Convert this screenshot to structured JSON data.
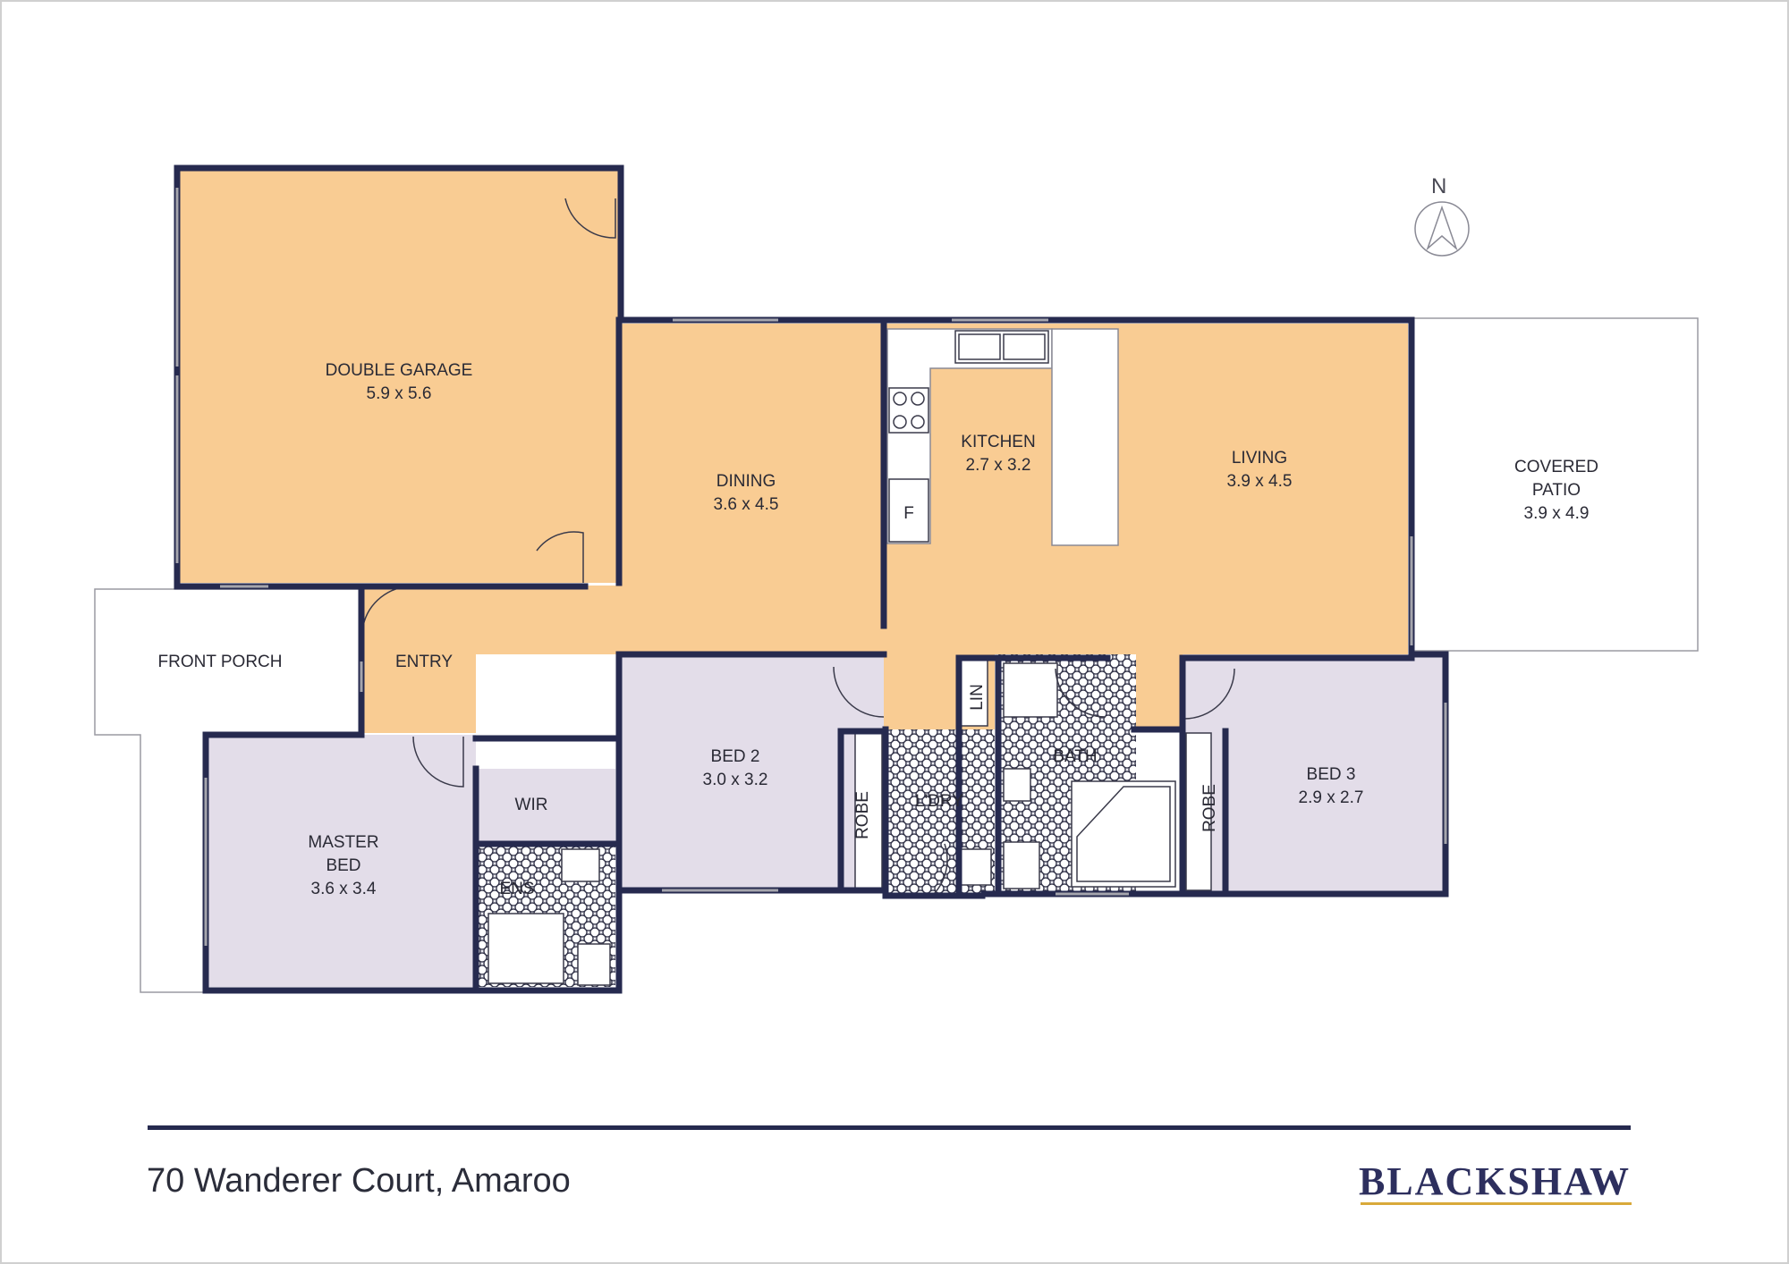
{
  "rooms": {
    "double_garage": {
      "name": "DOUBLE GARAGE",
      "size": "5.9 x 5.6"
    },
    "dining": {
      "name": "DINING",
      "size": "3.6 x 4.5"
    },
    "kitchen": {
      "name": "KITCHEN",
      "size": "2.7 x 3.2"
    },
    "living": {
      "name": "LIVING",
      "size": "3.9 x 4.5"
    },
    "covered_patio": {
      "name_line1": "COVERED",
      "name_line2": "PATIO",
      "size": "3.9 x 4.9"
    },
    "front_porch": {
      "name": "FRONT PORCH"
    },
    "entry": {
      "name": "ENTRY"
    },
    "bed2": {
      "name": "BED 2",
      "size": "3.0 x 3.2"
    },
    "bed3": {
      "name": "BED 3",
      "size": "2.9 x 2.7"
    },
    "master_bed": {
      "name_line1": "MASTER",
      "name_line2": "BED",
      "size": "3.6 x 3.4"
    },
    "wir": {
      "name": "WIR"
    },
    "ens": {
      "name": "ENS"
    },
    "laundry": {
      "name": "L'DRY"
    },
    "bath": {
      "name": "BATH"
    },
    "lin": {
      "name": "LIN"
    },
    "robe_bed2": {
      "name": "ROBE"
    },
    "robe_bed3": {
      "name": "ROBE"
    },
    "fridge": {
      "name": "F"
    }
  },
  "compass": {
    "label": "N"
  },
  "footer": {
    "address": "70 Wanderer Court, Amaroo",
    "brand": "BLACKSHAW"
  },
  "colors": {
    "living_areas": "#f9cc93",
    "bedrooms": "#e3dde9",
    "walls": "#262a4f",
    "tile": "#dedee6",
    "accent_gold": "#d9a93a"
  }
}
